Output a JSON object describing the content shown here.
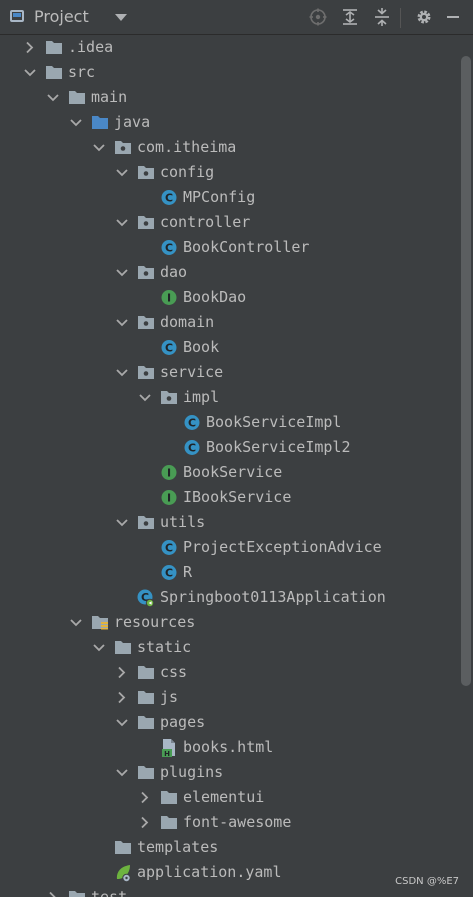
{
  "toolbar": {
    "title": "Project",
    "icons": [
      "project-view-icon",
      "dropdown-arrow-icon",
      "locate-icon",
      "expand-all-icon",
      "collapse-all-icon",
      "gear-icon",
      "minimize-icon"
    ]
  },
  "colors": {
    "background": "#3c3f41",
    "text": "#bbbbbb",
    "folder": "#9aa7b0",
    "source_folder": "#4a88c7",
    "class_icon": "#3592c4",
    "interface_icon": "#499c54"
  },
  "tree": [
    {
      "label": ".idea",
      "depth": 0,
      "state": "collapsed",
      "icon": "folder"
    },
    {
      "label": "src",
      "depth": 0,
      "state": "expanded",
      "icon": "folder"
    },
    {
      "label": "main",
      "depth": 1,
      "state": "expanded",
      "icon": "folder"
    },
    {
      "label": "java",
      "depth": 2,
      "state": "expanded",
      "icon": "source-folder"
    },
    {
      "label": "com.itheima",
      "depth": 3,
      "state": "expanded",
      "icon": "package"
    },
    {
      "label": "config",
      "depth": 4,
      "state": "expanded",
      "icon": "package"
    },
    {
      "label": "MPConfig",
      "depth": 5,
      "state": "leaf",
      "icon": "class"
    },
    {
      "label": "controller",
      "depth": 4,
      "state": "expanded",
      "icon": "package"
    },
    {
      "label": "BookController",
      "depth": 5,
      "state": "leaf",
      "icon": "class"
    },
    {
      "label": "dao",
      "depth": 4,
      "state": "expanded",
      "icon": "package"
    },
    {
      "label": "BookDao",
      "depth": 5,
      "state": "leaf",
      "icon": "interface"
    },
    {
      "label": "domain",
      "depth": 4,
      "state": "expanded",
      "icon": "package"
    },
    {
      "label": "Book",
      "depth": 5,
      "state": "leaf",
      "icon": "class"
    },
    {
      "label": "service",
      "depth": 4,
      "state": "expanded",
      "icon": "package"
    },
    {
      "label": "impl",
      "depth": 5,
      "state": "expanded",
      "icon": "package"
    },
    {
      "label": "BookServiceImpl",
      "depth": 6,
      "state": "leaf",
      "icon": "class"
    },
    {
      "label": "BookServiceImpl2",
      "depth": 6,
      "state": "leaf",
      "icon": "class"
    },
    {
      "label": "BookService",
      "depth": 5,
      "state": "leaf",
      "icon": "interface"
    },
    {
      "label": "IBookService",
      "depth": 5,
      "state": "leaf",
      "icon": "interface"
    },
    {
      "label": "utils",
      "depth": 4,
      "state": "expanded",
      "icon": "package"
    },
    {
      "label": "ProjectExceptionAdvice",
      "depth": 5,
      "state": "leaf",
      "icon": "class"
    },
    {
      "label": "R",
      "depth": 5,
      "state": "leaf",
      "icon": "class"
    },
    {
      "label": "Springboot0113Application",
      "depth": 4,
      "state": "leaf",
      "icon": "spring-boot-app"
    },
    {
      "label": "resources",
      "depth": 2,
      "state": "expanded",
      "icon": "resources-folder"
    },
    {
      "label": "static",
      "depth": 3,
      "state": "expanded",
      "icon": "folder"
    },
    {
      "label": "css",
      "depth": 4,
      "state": "collapsed",
      "icon": "folder"
    },
    {
      "label": "js",
      "depth": 4,
      "state": "collapsed",
      "icon": "folder"
    },
    {
      "label": "pages",
      "depth": 4,
      "state": "expanded",
      "icon": "folder"
    },
    {
      "label": "books.html",
      "depth": 5,
      "state": "leaf",
      "icon": "html-file"
    },
    {
      "label": "plugins",
      "depth": 4,
      "state": "expanded",
      "icon": "folder"
    },
    {
      "label": "elementui",
      "depth": 5,
      "state": "collapsed",
      "icon": "folder"
    },
    {
      "label": "font-awesome",
      "depth": 5,
      "state": "collapsed",
      "icon": "folder"
    },
    {
      "label": "templates",
      "depth": 3,
      "state": "leaf",
      "icon": "folder"
    },
    {
      "label": "application.yaml",
      "depth": 3,
      "state": "leaf",
      "icon": "spring-yaml"
    },
    {
      "label": "test",
      "depth": 1,
      "state": "collapsed",
      "icon": "folder"
    }
  ],
  "watermark": "CSDN @%E7"
}
